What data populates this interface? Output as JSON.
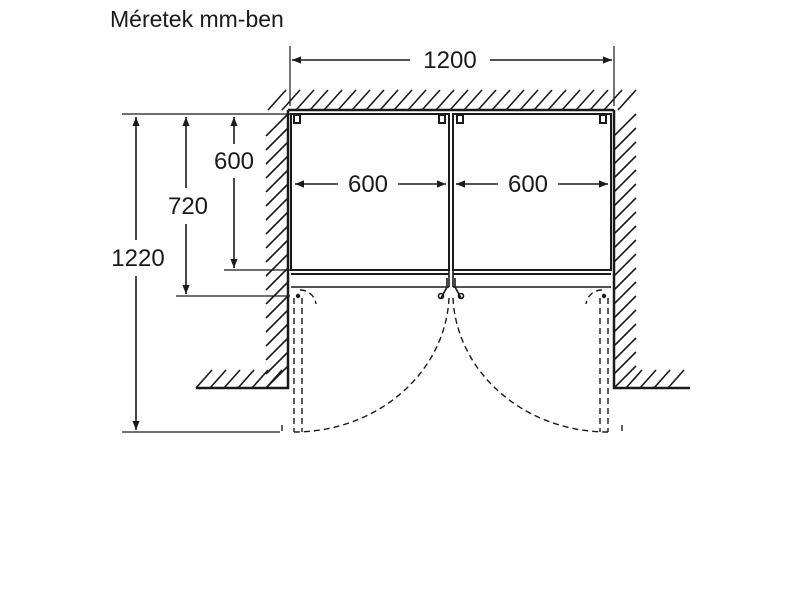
{
  "title": "Méretek mm-ben",
  "dimensions": {
    "total_width": "1200",
    "left_width": "600",
    "right_width": "600",
    "depth_600": "600",
    "depth_720": "720",
    "depth_1220": "1220"
  }
}
